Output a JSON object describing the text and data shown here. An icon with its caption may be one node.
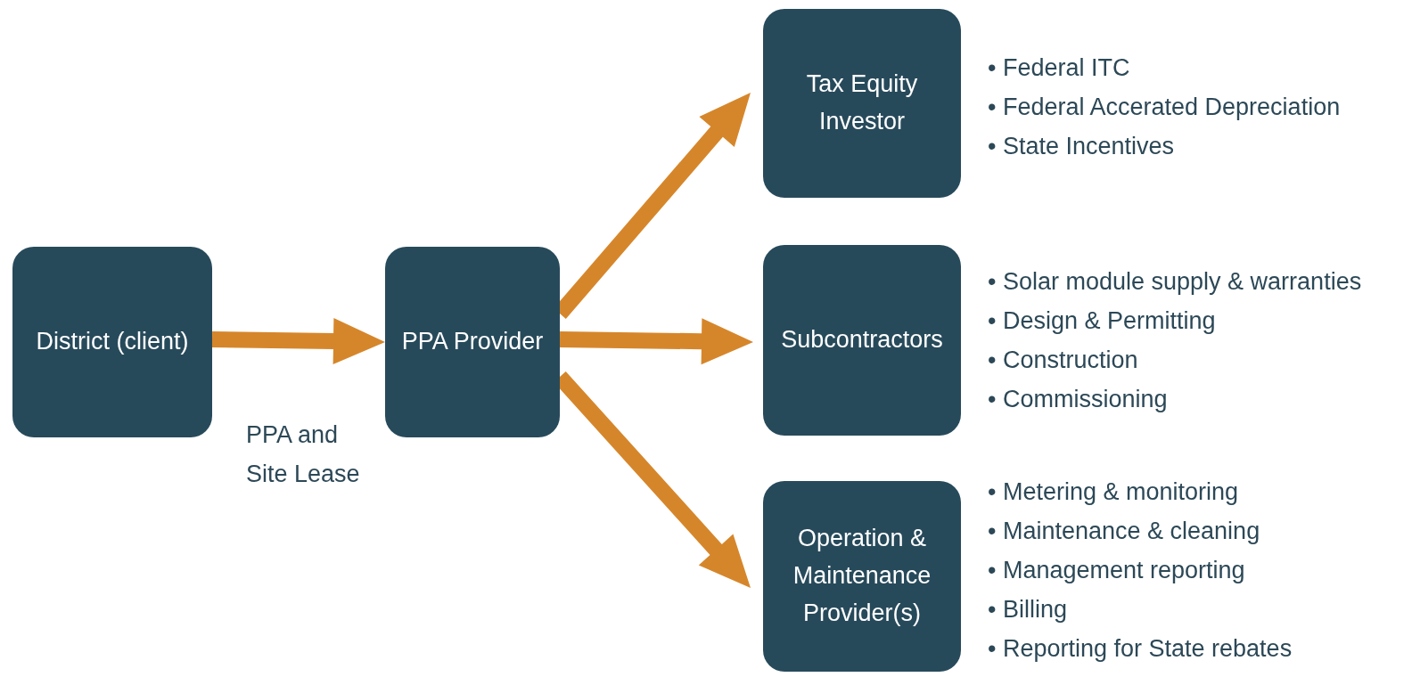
{
  "diagram": {
    "nodes": [
      {
        "text": [
          "District (client)"
        ]
      },
      {
        "text": [
          "PPA Provider"
        ]
      },
      {
        "text": [
          "Tax Equity Investor"
        ],
        "beside": [
          "• Federal ITC",
          "• Federal Accerated Depreciation",
          "• State Incentives"
        ]
      },
      {
        "text": [
          "Subcontractors"
        ],
        "beside": [
          "• Solar module supply & warranties",
          "• Design & Permitting",
          "• Construction",
          "• Commissioning"
        ]
      },
      {
        "text": [
          "Operation & Maintenance Provider(s)"
        ],
        "beside": [
          "• Metering & monitoring",
          "• Maintenance & cleaning",
          "• Management reporting",
          "• Billing",
          "• Reporting for State rebates"
        ]
      }
    ],
    "edges": [
      {
        "from": 0,
        "to": 1,
        "arrow": "to",
        "label": "PPA and Site Lease",
        "style": "thick"
      },
      {
        "from": 1,
        "to": 2,
        "arrow": "to",
        "style": "thick"
      },
      {
        "from": 1,
        "to": 3,
        "arrow": "to",
        "style": "thick"
      },
      {
        "from": 1,
        "to": 4,
        "arrow": "to",
        "style": "thick"
      }
    ]
  }
}
